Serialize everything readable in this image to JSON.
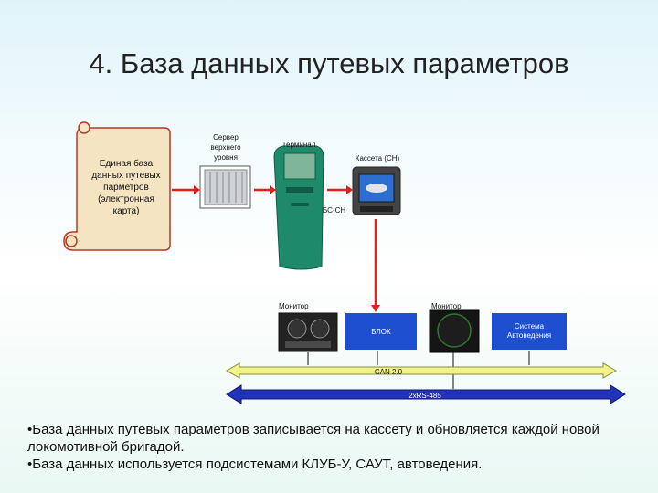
{
  "title": "4. База данных путевых параметров",
  "scroll": {
    "label": "Единая база данных путевых парметров (электронная карта)"
  },
  "server": {
    "label": "Сервер верхнего уровня"
  },
  "terminal": {
    "label": "Терминал"
  },
  "cassette": {
    "label": "Кассета (СН)"
  },
  "bs": {
    "label": "БС-СН"
  },
  "monitor_left": {
    "label": "Монитор"
  },
  "monitor_right": {
    "label": "Монитор"
  },
  "blok": {
    "label": "БЛОК"
  },
  "auto": {
    "label": "Система Автоведения"
  },
  "bus": {
    "can": "CAN 2.0",
    "rs": "2xRS-485"
  },
  "bullets": [
    "•База данных путевых параметров записывается на кассету и обновляется каждой новой локомотивной бригадой.",
    "•База данных используется подсистемами КЛУБ-У, САУТ, автоведения."
  ],
  "colors": {
    "arrow": "#e0201a",
    "can_bus": "#f2f288",
    "rs_bus": "#2233bb",
    "box": "#1e4fd0"
  }
}
